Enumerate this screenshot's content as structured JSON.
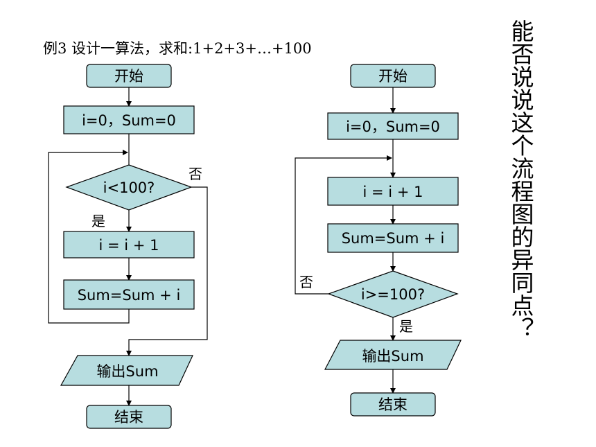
{
  "title": "例3   设计一算法，求和:1+2+3+…+100",
  "side_question": "能否说说这个流程图的异同点？",
  "left_flow": {
    "start": "开始",
    "init": "i=0，Sum=0",
    "condition": "i<100?",
    "yes": "是",
    "no": "否",
    "increment": "i = i + 1",
    "accumulate": "Sum=Sum + i",
    "output": "输出Sum",
    "end": "结束"
  },
  "right_flow": {
    "start": "开始",
    "init": "i=0，Sum=0",
    "increment": "i = i + 1",
    "accumulate": "Sum=Sum + i",
    "condition": "i>=100?",
    "no": "否",
    "yes": "是",
    "output": "输出Sum",
    "end": "结束"
  }
}
